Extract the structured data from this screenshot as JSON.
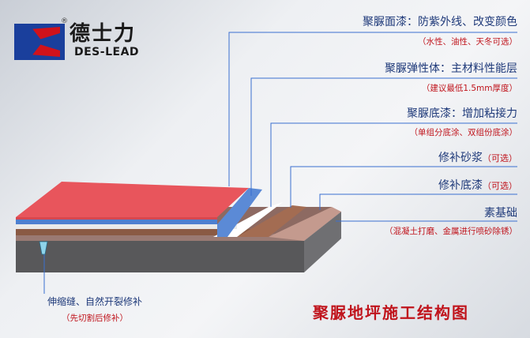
{
  "brand": {
    "name_cn": "德士力",
    "name_en": "DES-LEAD",
    "registered_mark": "®"
  },
  "layers": [
    {
      "id": "topcoat",
      "label": "聚脲面漆：防紫外线、改变颜色",
      "note": "（水性、油性、天冬可选）",
      "color": "#e8555c"
    },
    {
      "id": "elastomer",
      "label": "聚脲弹性体：主材料性能层",
      "note": "（建议最低1.5mm厚度）",
      "color": "#5b8ad6"
    },
    {
      "id": "primer",
      "label": "聚脲底漆：增加粘接力",
      "note": "（单组分底涂、双组份底涂）",
      "color": "#ffffff"
    },
    {
      "id": "mortar",
      "label": "修补砂浆",
      "note": "（可选）",
      "color": "#a36c52"
    },
    {
      "id": "repair-primer",
      "label": "修补底漆",
      "note": "（可选）",
      "color": "#c49a8e"
    },
    {
      "id": "substrate",
      "label": "素基础",
      "note": "（混凝土打磨、金属进行喷砂除锈）",
      "color": "#6b6b6d"
    }
  ],
  "joint": {
    "label": "伸缩缝、自然开裂修补",
    "note": "（先切割后修补）"
  },
  "title": "聚脲地坪施工结构图",
  "colors": {
    "label_blue": "#1f3a7a",
    "note_red": "#c0141c",
    "logo_red": "#d0121b",
    "logo_blue": "#1a3f9c"
  }
}
